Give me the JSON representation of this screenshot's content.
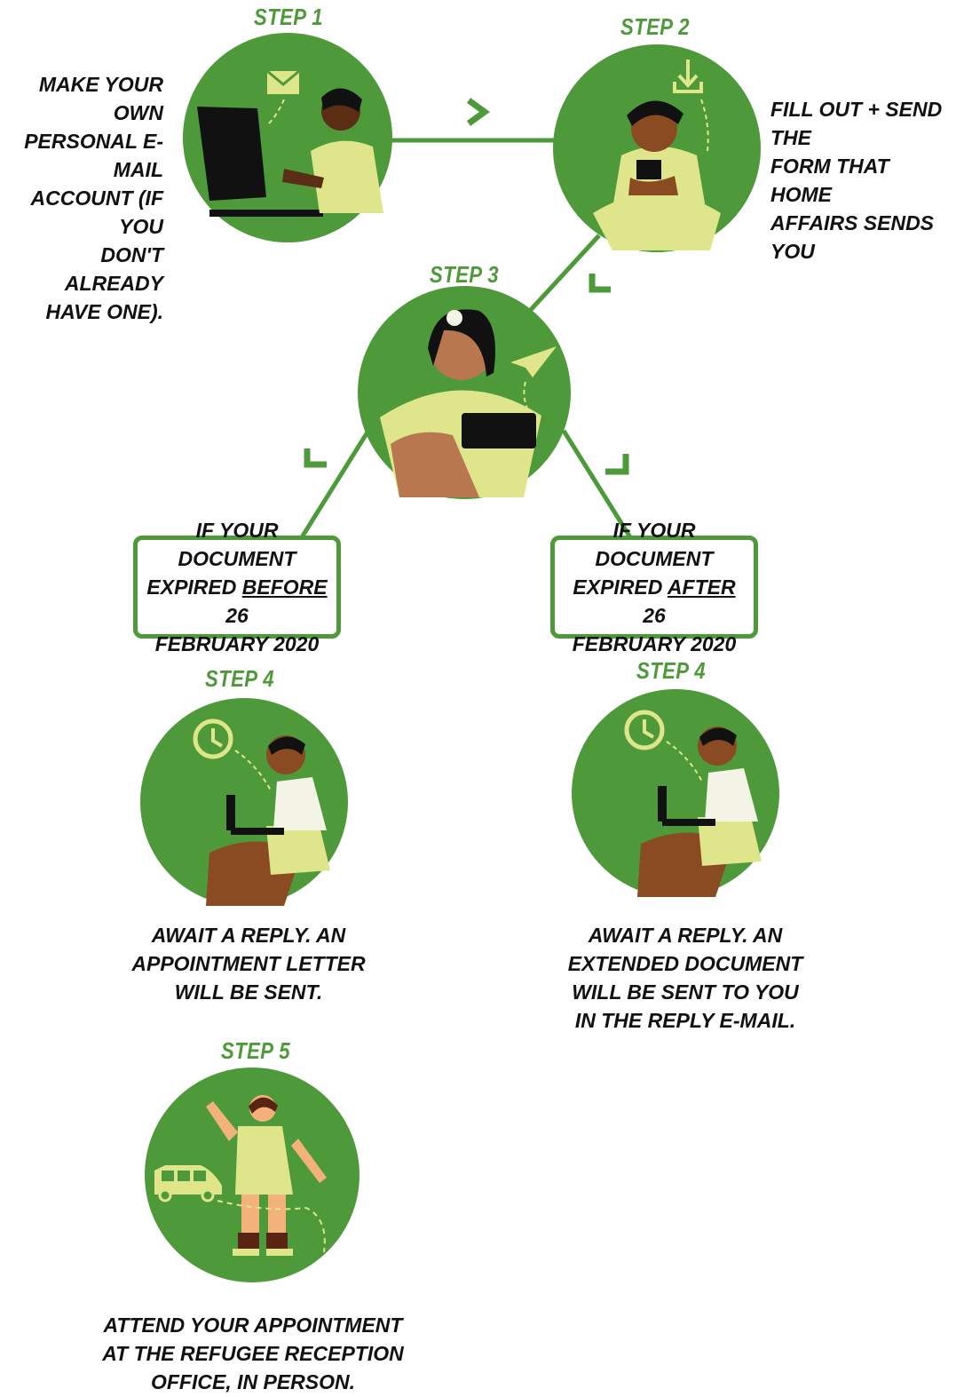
{
  "colors": {
    "green": "#4e9a3a",
    "lime": "#dfe58a",
    "skin_dark": "#8a4a22",
    "skin_mid": "#b8774e"
  },
  "steps": {
    "step1": {
      "label": "STEP 1",
      "caption": [
        "MAKE YOUR OWN",
        "PERSONAL E-MAIL",
        "ACCOUNT (IF YOU",
        "DON'T ALREADY",
        "HAVE ONE)."
      ]
    },
    "step2": {
      "label": "STEP 2",
      "caption": [
        "FILL OUT + SEND THE",
        "FORM THAT HOME",
        "AFFAIRS SENDS YOU"
      ]
    },
    "step3": {
      "label": "STEP 3"
    },
    "step4_left": {
      "label": "STEP 4",
      "caption": [
        "AWAIT A REPLY. AN",
        "APPOINTMENT LETTER",
        "WILL BE SENT."
      ]
    },
    "step4_right": {
      "label": "STEP 4",
      "caption": [
        "AWAIT A REPLY. AN",
        "EXTENDED DOCUMENT",
        "WILL BE SENT TO YOU",
        "IN THE REPLY E-MAIL."
      ]
    },
    "step5": {
      "label": "STEP 5",
      "caption": [
        "ATTEND YOUR APPOINTMENT",
        "AT THE REFUGEE RECEPTION",
        "OFFICE, IN PERSON."
      ]
    }
  },
  "conditions": {
    "before": {
      "line1": "IF YOUR DOCUMENT",
      "pre": "EXPIRED ",
      "keyword": "BEFORE",
      "post": " 26",
      "line3": "FEBRUARY 2020"
    },
    "after": {
      "line1": "IF YOUR DOCUMENT",
      "pre": "EXPIRED ",
      "keyword": "AFTER",
      "post": " 26",
      "line3": "FEBRUARY 2020"
    }
  },
  "icons": [
    "envelope-icon",
    "download-icon",
    "paper-plane-icon",
    "clock-icon",
    "van-icon"
  ]
}
